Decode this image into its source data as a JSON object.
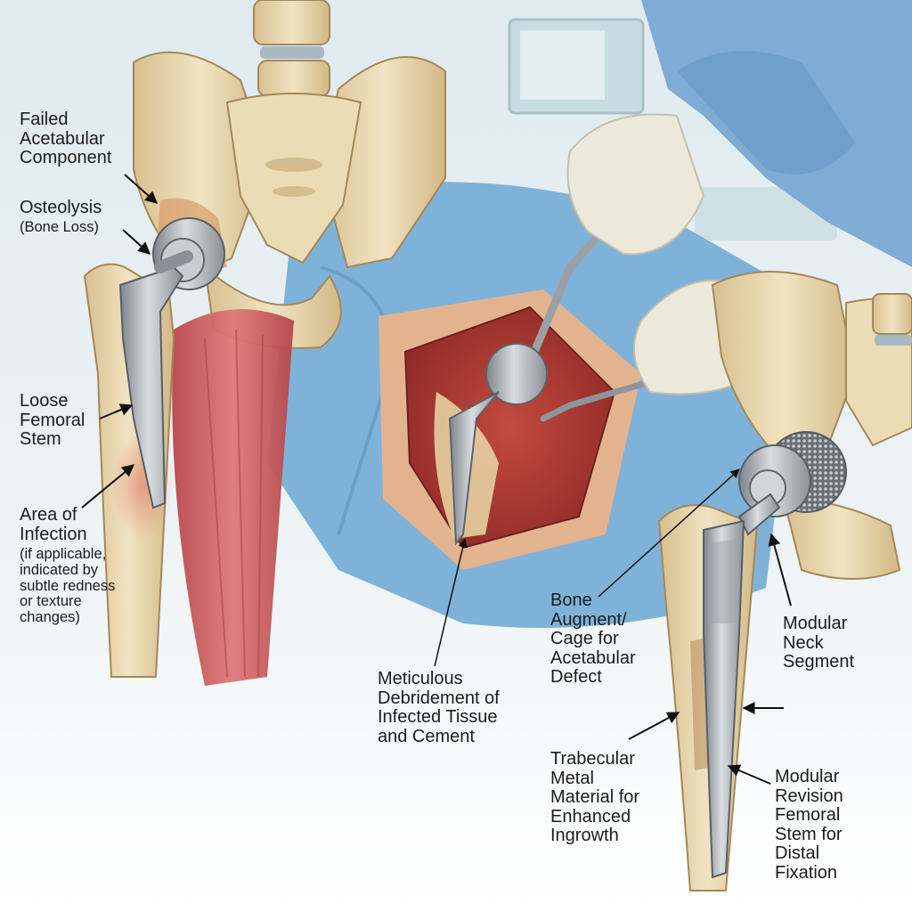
{
  "labels": {
    "failed_acetabular": [
      "Failed",
      "Acetabular",
      "Component"
    ],
    "osteolysis": [
      "Osteolysis"
    ],
    "bone_loss": "(Bone Loss)",
    "loose_stem": [
      "Loose",
      "Femoral",
      "Stem"
    ],
    "infection": [
      "Area of",
      "Infection"
    ],
    "infection_note": [
      "(if applicable,",
      "indicated by",
      "subtle redness",
      "or texture",
      "changes)"
    ],
    "debridement": [
      "Meticulous",
      "Debridement of",
      "Infected Tissue",
      "and Cement"
    ],
    "augment": [
      "Bone",
      "Augment/",
      "Cage for",
      "Acetabular",
      "Defect"
    ],
    "modular_neck": [
      "Modular",
      "Neck",
      "Segment"
    ],
    "trabecular": [
      "Trabecular",
      "Metal",
      "Material for",
      "Enhanced",
      "Ingrowth"
    ],
    "revision_stem": [
      "Modular",
      "Revision",
      "Femoral",
      "Stem for",
      "Distal",
      "Fixation"
    ]
  },
  "colors": {
    "bone": "#e8d6ae",
    "bone_shade": "#c9ae7c",
    "muscle": "#c9565a",
    "drape": "#7fb2d8",
    "metal": "#a7adb4",
    "wound": "#b43a33",
    "glove": "#ece8da",
    "gown": "#79a9d3"
  }
}
